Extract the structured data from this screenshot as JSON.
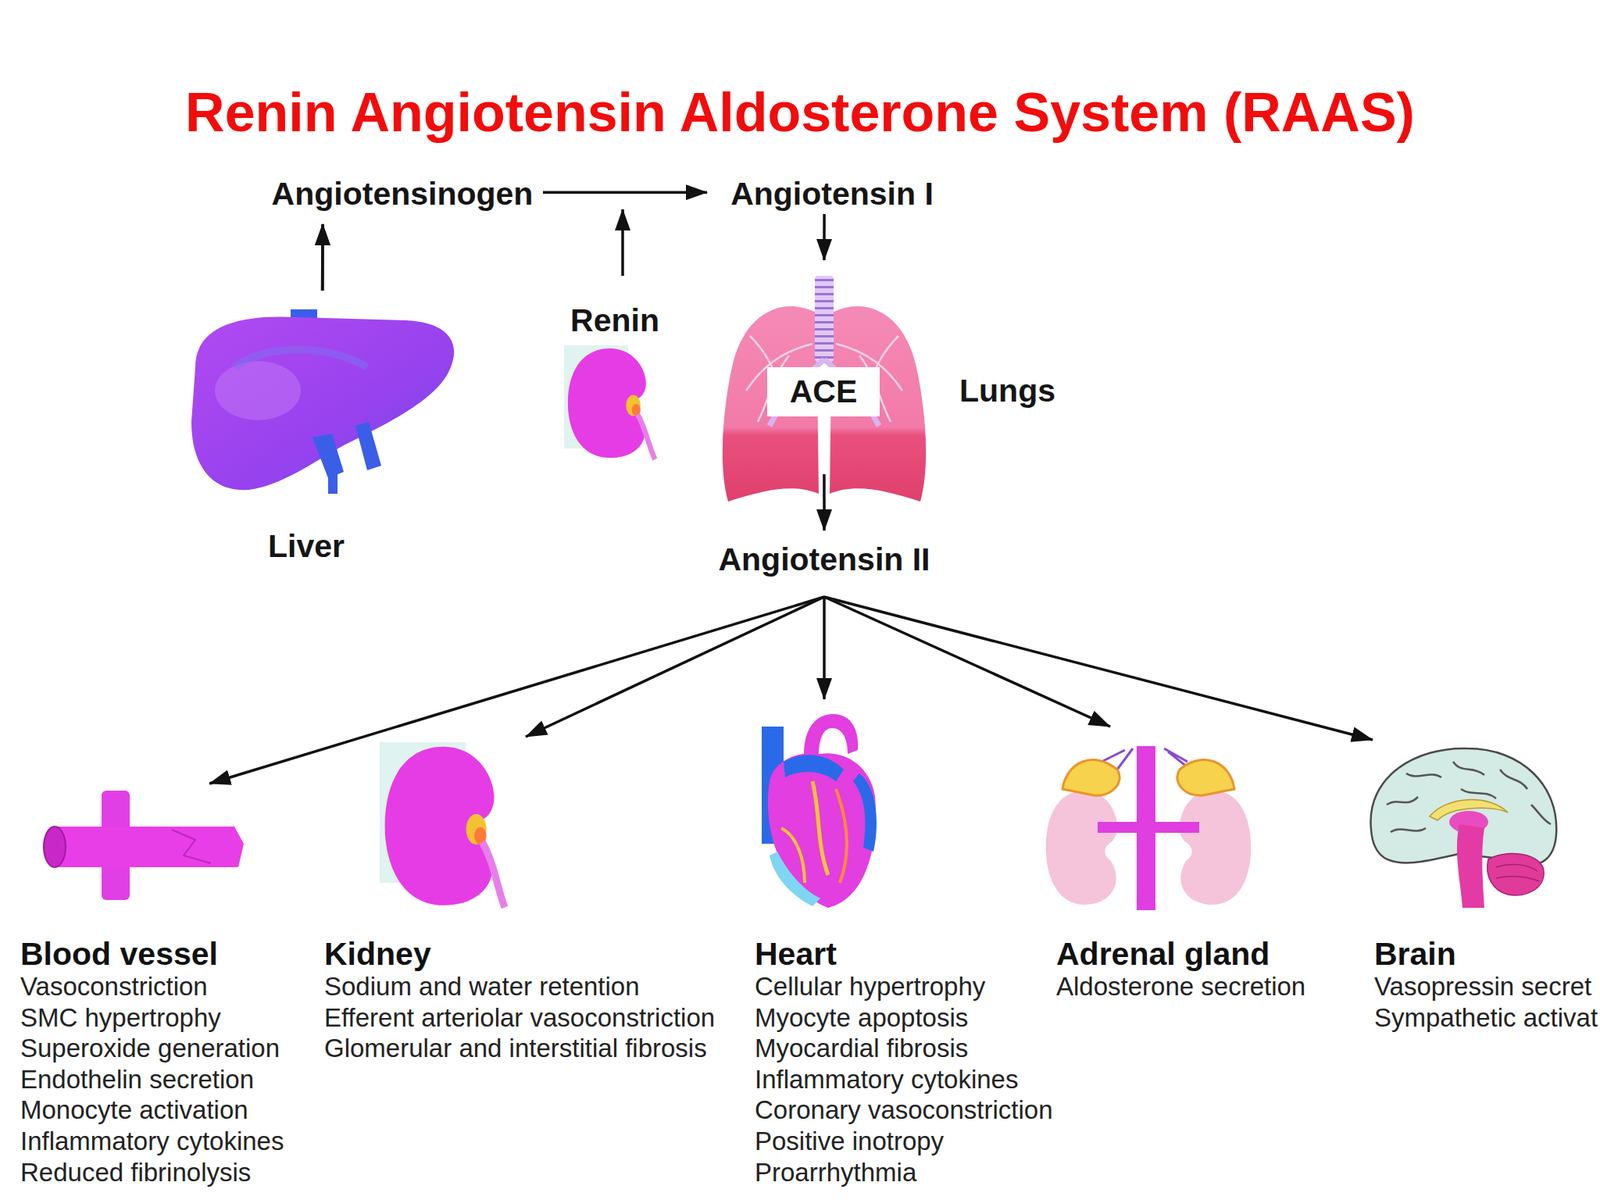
{
  "diagram": {
    "title": "Renin Angiotensin Aldosterone System (RAAS)",
    "nodes": [
      {
        "text": [
          "Angiotensinogen"
        ]
      },
      {
        "text": [
          "Angiotensin I"
        ]
      },
      {
        "text": [
          "Liver"
        ]
      },
      {
        "text": [
          "Renin"
        ]
      },
      {
        "text": [
          "Lungs"
        ]
      },
      {
        "text": [
          "ACE"
        ],
        "in": 4
      },
      {
        "text": [
          "Angiotensin II"
        ]
      },
      {
        "text": [
          "Blood vessel",
          "Vasoconstriction",
          "SMC hypertrophy",
          "Superoxide generation",
          "Endothelin secretion",
          "Monocyte activation",
          "Inflammatory cytokines",
          "Reduced fibrinolysis"
        ]
      },
      {
        "text": [
          "Kidney",
          "Sodium and water retention",
          "Efferent arteriolar vasoconstriction",
          "Glomerular and interstitial fibrosis"
        ]
      },
      {
        "text": [
          "Heart",
          "Cellular hypertrophy",
          "Myocyte apoptosis",
          "Myocardial fibrosis",
          "Inflammatory cytokines",
          "Coronary vasoconstriction",
          "Positive inotropy",
          "Proarrhythmia"
        ]
      },
      {
        "text": [
          "Adrenal gland",
          "Aldosterone secretion"
        ]
      },
      {
        "text": [
          "Brain",
          "Vasopressin secret",
          "Sympathetic activat"
        ]
      }
    ],
    "edges": [
      {
        "from": 2,
        "to": 0,
        "arrow": "to"
      },
      {
        "from": 0,
        "to": 1,
        "arrow": "to"
      },
      {
        "from": 1,
        "to": 4,
        "arrow": "to"
      },
      {
        "from": 4,
        "to": 6,
        "arrow": "to"
      },
      {
        "from": 6,
        "to": 7,
        "arrow": "to"
      },
      {
        "from": 6,
        "to": 8,
        "arrow": "to"
      },
      {
        "from": 6,
        "to": 9,
        "arrow": "to"
      },
      {
        "from": 6,
        "to": 10,
        "arrow": "to"
      },
      {
        "from": 6,
        "to": 11,
        "arrow": "to"
      }
    ]
  }
}
